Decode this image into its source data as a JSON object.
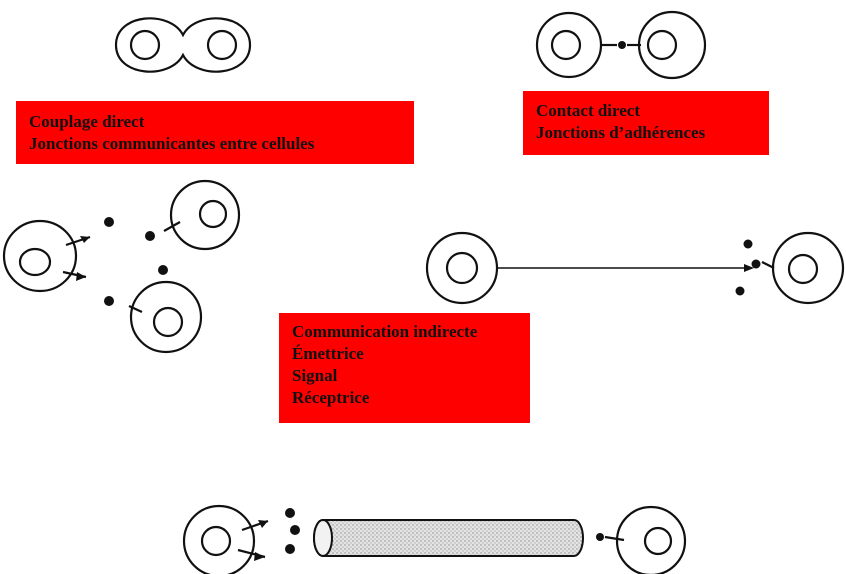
{
  "labels": {
    "couplage": {
      "lines": [
        "Couplage direct",
        "Jonctions communicantes entre cellules"
      ]
    },
    "contact": {
      "lines": [
        "Contact direct",
        "Jonctions d’adhérences"
      ]
    },
    "indirecte": {
      "lines": [
        "Communication indirecte",
        "Émettrice",
        "Signal",
        "Réceptrice"
      ]
    }
  },
  "colors": {
    "label_background": "#ff0000",
    "label_text": "#111111",
    "drawing": "#111111",
    "vessel_fill": "#d9d9d9"
  }
}
